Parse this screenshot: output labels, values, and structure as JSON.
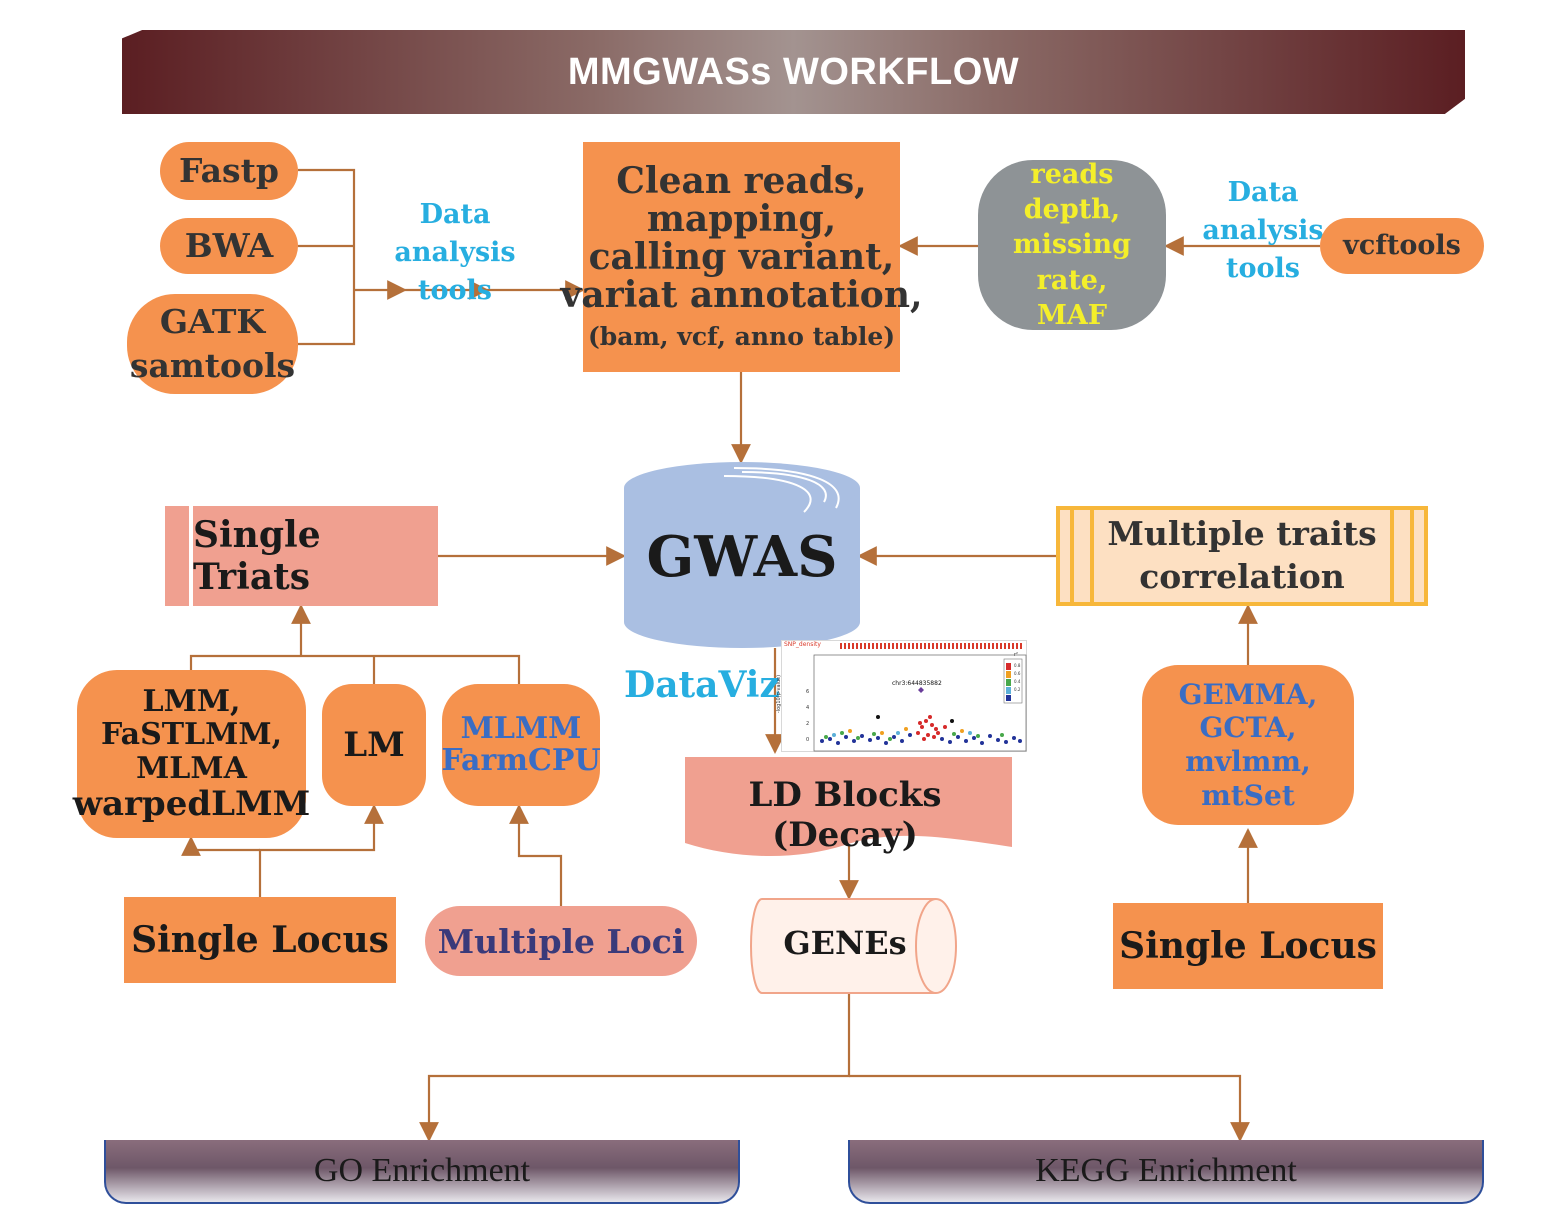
{
  "title": "MMGWASs WORKFLOW",
  "tools_left": [
    "Fastp",
    "BWA",
    "GATK",
    "samtools"
  ],
  "tools_left_label": [
    "Data analysis",
    "tools"
  ],
  "processing_box": {
    "lines": [
      "Clean reads,",
      "mapping,",
      "calling variant,",
      "variat annotation,"
    ],
    "sub": "(bam, vcf, anno table)"
  },
  "stats_box": [
    "reads depth,",
    "missing rate,",
    "MAF"
  ],
  "tools_right_label": [
    "Data analysis",
    "tools"
  ],
  "tool_right": "vcftools",
  "gwas": "GWAS",
  "single_traits": "Single Triats",
  "multiple_traits": [
    "Multiple traits",
    "correlation"
  ],
  "single_models": {
    "mixed": [
      "LMM,",
      "FaSTLMM,",
      "MLMA",
      "warpedLMM"
    ],
    "lm": "LM",
    "multi": [
      "MLMM",
      "FarmCPU"
    ]
  },
  "single_locus": "Single Locus",
  "multiple_loci": "Multiple Loci",
  "multi_trait_models": [
    "GEMMA,",
    "GCTA,",
    "mvlmm,",
    "mtSet"
  ],
  "single_locus_right": "Single Locus",
  "dataviz": "DataViz",
  "plot": {
    "header": "SNP_density",
    "annotation": "chr3:644835882",
    "ylabel": "-log10(p-value)",
    "yticks": [
      "0",
      "2",
      "4",
      "6"
    ],
    "legend_title": "r²",
    "legend_ticks": [
      "0.8",
      "0.6",
      "0.4",
      "0.2"
    ]
  },
  "ld_blocks": "LD Blocks (Decay)",
  "genes": "GENEs",
  "enrichment": [
    "GO Enrichment",
    "KEGG Enrichment"
  ],
  "colors": {
    "arrow": "#b5703a",
    "orange": "#f5924e",
    "pink": "#f0a090",
    "gwas_blue": "#aabfe2",
    "tools_blue": "#27aee0",
    "yellow_text": "#f4ef2a"
  }
}
